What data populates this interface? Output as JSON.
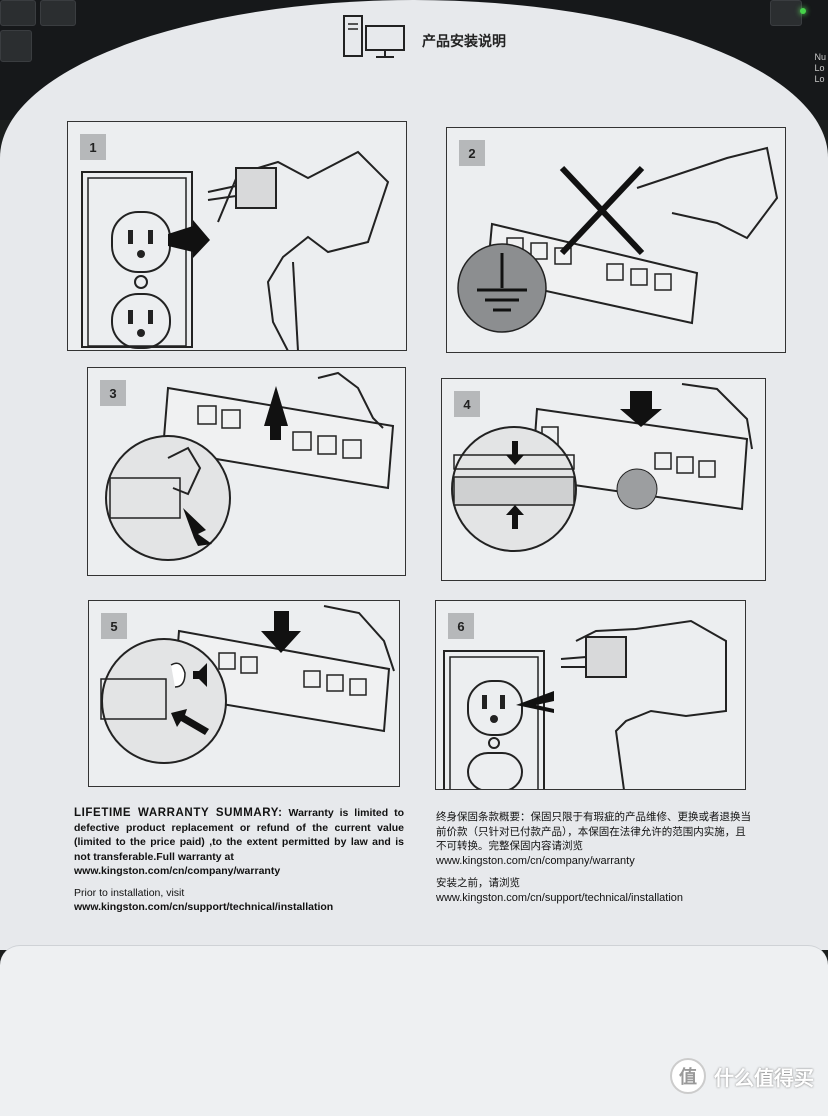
{
  "header": {
    "icon": "computer-icon",
    "title": "产品安装说明"
  },
  "steps": [
    {
      "number": "1",
      "icon": "plug-unplug-icon"
    },
    {
      "number": "2",
      "icon": "ground-static-icon"
    },
    {
      "number": "3",
      "icon": "module-remove-icon"
    },
    {
      "number": "4",
      "icon": "module-align-icon"
    },
    {
      "number": "5",
      "icon": "module-click-icon"
    },
    {
      "number": "6",
      "icon": "plug-in-icon"
    }
  ],
  "warranty_en": {
    "heading": "LIFETIME WARRANTY SUMMARY:",
    "body": "Warranty is limited to defective product replacement or refund of the current value (limited to the price paid) ,to the extent permitted by law and is not transferable.Full warranty at",
    "url": "www.kingston.com/cn/company/warranty",
    "prior": "Prior to installation, visit",
    "install_url": "www.kingston.com/cn/support/technical/installation"
  },
  "warranty_cn": {
    "body": "终身保固条款概要：保固只限于有瑕疵的产品维修、更换或者退换当前价款（只针对已付款产品），本保固在法律允许的范围内实施，且不可转换。完整保固内容请浏览",
    "url": "www.kingston.com/cn/company/warranty",
    "prior": "安装之前，请浏览",
    "install_url": "www.kingston.com/cn/support/technical/installation"
  },
  "background": {
    "side_text": "Nu\nLo\nLo"
  },
  "watermark": {
    "logo": "值",
    "text": "什么值得买"
  },
  "colors": {
    "paper": "#e7e9ec",
    "step_badge": "#b6b8ba",
    "line": "#333333",
    "ground_circle": "#8c8e90"
  }
}
